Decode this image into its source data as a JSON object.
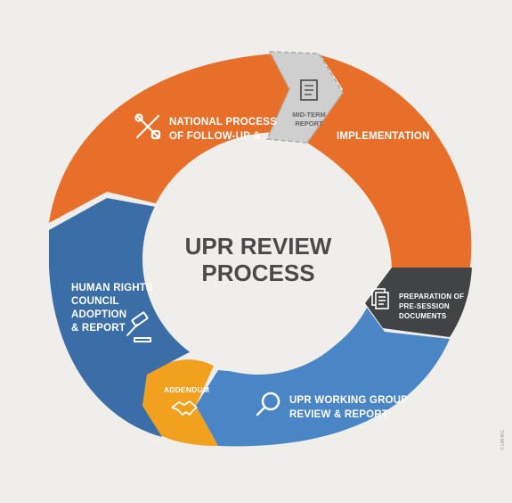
{
  "center": {
    "line1": "UPR REVIEW",
    "line2": "PROCESS"
  },
  "segments": {
    "national": {
      "line1": "NATIONAL PROCESS",
      "line2": "OF FOLLOW-UP &",
      "icon": "tools-icon"
    },
    "midterm": {
      "line1": "MID-TERM",
      "line2": "REPORT",
      "icon": "document-icon"
    },
    "implementation": {
      "line1": "IMPLEMENTATION"
    },
    "preparation": {
      "line1": "PREPARATION OF",
      "line2": "PRE-SESSION",
      "line3": "DOCUMENTS",
      "icon": "documents-icon"
    },
    "working_group": {
      "line1": "UPR WORKING GROUP",
      "line2": "REVIEW & REPORT",
      "icon": "magnifier-icon"
    },
    "addendum": {
      "line1": "ADDENDUM",
      "icon": "handshake-icon"
    },
    "hrc": {
      "line1": "HUMAN RIGHTS",
      "line2": "COUNCIL",
      "line3": "ADOPTION",
      "line4": "& REPORT",
      "icon": "gavel-icon"
    }
  },
  "credit": "© UNHRC",
  "colors": {
    "orange": "#e86f2a",
    "grey_light": "#cfcfcf",
    "grey_dark": "#414345",
    "blue_light": "#4a86c6",
    "blue_dark": "#3b6ea6",
    "yellow": "#f2a11e",
    "background": "#efeeea"
  }
}
